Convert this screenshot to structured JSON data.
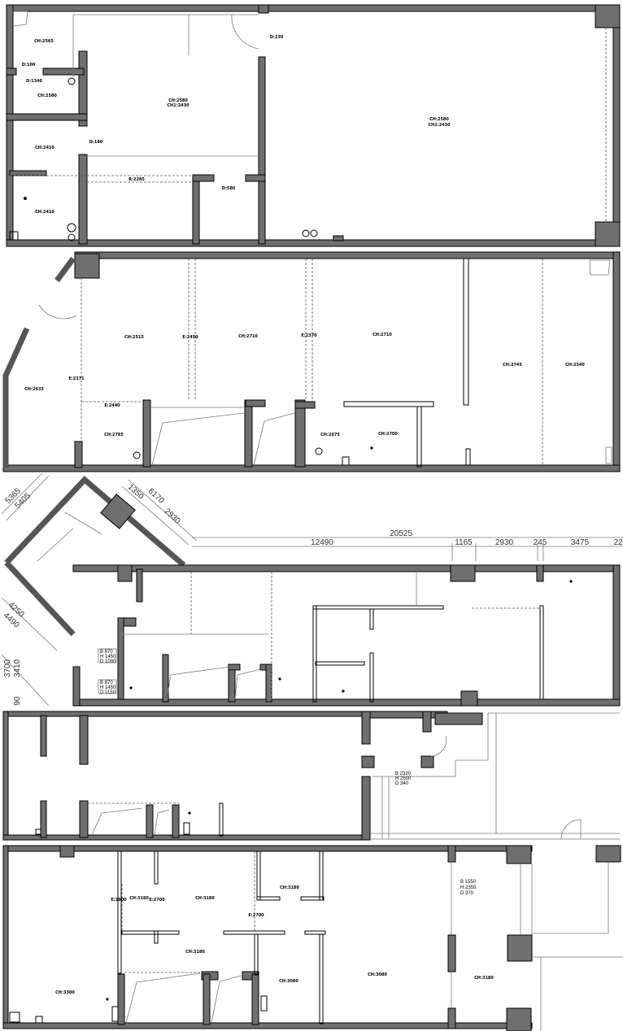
{
  "colors": {
    "wall": "#6f6f6f",
    "line": "#000000",
    "background": "#ffffff"
  },
  "plan1": {
    "labels": [
      "CH:2565",
      "D:100",
      "D:1340",
      "CH:2580",
      "CH:2580",
      "CH1:2430",
      "CH:2410",
      "D:180",
      "R:2285",
      "D:580",
      "CH:2410",
      "D:230",
      "CH:2580",
      "CH1:2430"
    ]
  },
  "plan2": {
    "labels": [
      "CH:2635",
      "E:2371",
      "CH:2515",
      "E:2450",
      "CH:2710",
      "E:2370",
      "CH:2710",
      "CH:2745",
      "CH:2540",
      "E:2440",
      "CH:2785",
      "CH:2675",
      "CH:2700"
    ]
  },
  "plan3": {
    "dimensions_top": [
      "20525",
      "12490",
      "1165",
      "2930",
      "245",
      "3475",
      "22"
    ],
    "dimensions_diagonal": [
      "5365",
      "5405",
      "6170",
      "1350",
      "2930"
    ],
    "dimensions_left": [
      "4250",
      "4490",
      "3700",
      "3410",
      "90"
    ],
    "window_tags": [
      {
        "b": "B  870",
        "h": "H  1450",
        "d": "D  1090"
      },
      {
        "b": "B  870",
        "h": "H  1450",
        "d": "D  1150"
      }
    ]
  },
  "plan4": {
    "window_tag": {
      "b": "B  2320",
      "h": "H  2500",
      "d": "D  340"
    }
  },
  "plan5": {
    "labels": [
      "CH:3300",
      "E:2900",
      "CH:3180",
      "E:2700",
      "CH:3180",
      "CH:3180",
      "E:2700",
      "CH:3180",
      "CH:3080",
      "CH:3080",
      "CH:3180"
    ],
    "window_tag": {
      "b": "B  1550",
      "h": "H  2355",
      "d": "D  370"
    }
  }
}
